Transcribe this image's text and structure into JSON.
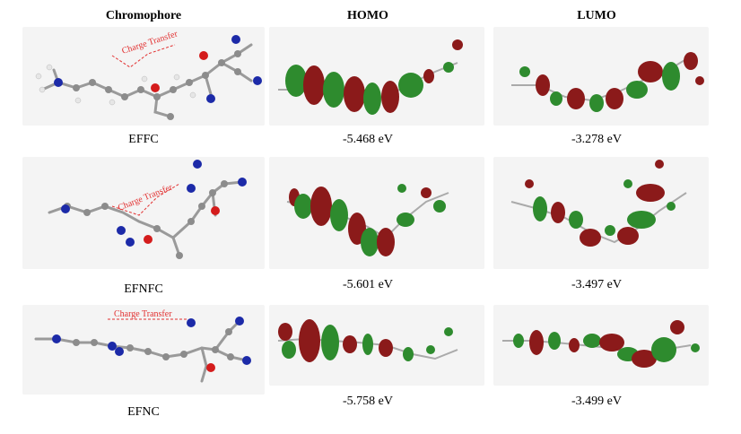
{
  "columns": {
    "chromophore": "Chromophore",
    "homo": "HOMO",
    "lumo": "LUMO"
  },
  "annotation": "Charge Transfer",
  "rows": [
    {
      "name": "EFFC",
      "homo_energy": "-5.468 eV",
      "lumo_energy": "-3.278 eV"
    },
    {
      "name": "EFNFC",
      "homo_energy": "-5.601 eV",
      "lumo_energy": "-3.497 eV"
    },
    {
      "name": "EFNC",
      "homo_energy": "-5.758 eV",
      "lumo_energy": "-3.499 eV"
    }
  ],
  "colors": {
    "orbital_positive": "#8b1a1a",
    "orbital_negative": "#2e8b2e",
    "carbon": "#8c8c8c",
    "hydrogen": "#e6e6e6",
    "nitrogen": "#1c2aa8",
    "oxygen": "#d41c1c",
    "annotation": "#e23030"
  }
}
